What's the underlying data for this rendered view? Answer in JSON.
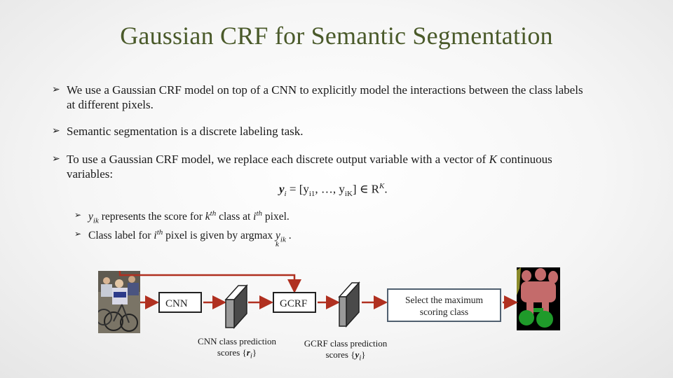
{
  "title": "Gaussian CRF for Semantic Segmentation",
  "bullets": {
    "b1_line1": "We use a Gaussian CRF model on top of a CNN to explicitly model the interactions between the class labels",
    "b1_line2": "at different pixels.",
    "b2": "Semantic segmentation is a discrete labeling task.",
    "b3_line1_pre": "To use a Gaussian CRF model, we replace each discrete output variable with a vector of ",
    "b3_line1_var": "K",
    "b3_line1_post": " continuous",
    "b3_line2": "variables:"
  },
  "equation": {
    "lhs": "y",
    "lhs_sub": "i",
    "mid": " = [y",
    "sub1": "i1",
    "dots": ", …, y",
    "subK": "iK",
    "rhs": "] ∈ R",
    "sup": "K",
    "end": "."
  },
  "subbullets": {
    "s1_var": "y",
    "s1_var_sub": "ik",
    "s1_text1": " represents the score for ",
    "s1_k": "k",
    "s1_th1": "th",
    "s1_text2": " class at ",
    "s1_i": "i",
    "s1_th2": "th",
    "s1_text3": " pixel.",
    "s2_text1": "Class label for ",
    "s2_i": "i",
    "s2_th": "th",
    "s2_text2": " pixel is given by argmax ",
    "s2_var": "y",
    "s2_var_sub": "ik",
    "s2_end": " .",
    "s2_under": "k"
  },
  "diagram": {
    "cnn_label": "CNN",
    "gcrf_label": "GCRF",
    "select_line1": "Select the maximum",
    "select_line2": "scoring class",
    "cnn_caption_line1": "CNN class prediction",
    "cnn_caption_line2": "scores {",
    "cnn_caption_var": "r",
    "cnn_caption_sub": "i",
    "cnn_caption_end": "}",
    "gcrf_caption_line1": "GCRF class prediction",
    "gcrf_caption_line2": "scores {",
    "gcrf_caption_var": "y",
    "gcrf_caption_sub": "i",
    "gcrf_caption_end": "}"
  },
  "colors": {
    "title": "#4a5a2a",
    "segmentation_person": "#c46b6b",
    "segmentation_bicycle": "#1f9a2a"
  },
  "icons": {
    "bullet": "arrowhead-bullet-icon"
  }
}
